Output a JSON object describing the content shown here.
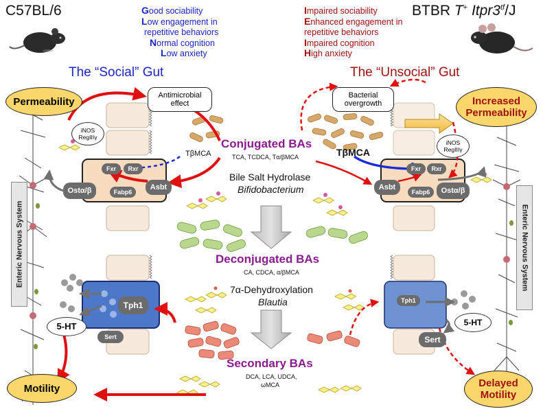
{
  "header": {
    "left_strain": "C57BL/6",
    "right_strain_prefix": "BTBR ",
    "right_strain_t": "T",
    "right_strain_sup": "+",
    "right_strain_gene": "Itpr3",
    "right_strain_gene_sup": "tf",
    "right_strain_suffix": "/J"
  },
  "left_traits": [
    {
      "initial": "G",
      "rest": "ood sociability"
    },
    {
      "initial": "L",
      "rest": "ow engagement in"
    },
    {
      "initial": "",
      "rest": "repetitive behaviors"
    },
    {
      "initial": "N",
      "rest": "ormal cognition"
    },
    {
      "initial": "L",
      "rest": "ow anxiety"
    }
  ],
  "right_traits": [
    {
      "initial": "I",
      "rest": "mpaired sociability"
    },
    {
      "initial": "E",
      "rest": "nhanced engagement in"
    },
    {
      "initial": "",
      "rest": "repetitive behaviors"
    },
    {
      "initial": "I",
      "rest": "mpaired cognition"
    },
    {
      "initial": "H",
      "rest": "igh anxiety"
    }
  ],
  "gut_titles": {
    "left": "The “Social” Gut",
    "right": "The “Unsocial” Gut"
  },
  "outcomes": {
    "permeability": "Permeability",
    "increased_permeability": "Increased Permeability",
    "motility": "Motility",
    "delayed_motility": "Delayed Motility"
  },
  "boxes": {
    "antimicrobial": "Antimicrobial effect",
    "bacterial_overgrowth": "Bacterial overgrowth",
    "inos": "iNOS",
    "reg": "RegIIIγ"
  },
  "proteins": {
    "fxr": "Fxr",
    "rxr": "Rxr",
    "asbt": "Asbt",
    "fabp6": "Fabp6",
    "ost": "Ostα/β",
    "tph1": "Tph1",
    "sert": "Sert",
    "ht": "5-HT"
  },
  "antagonist": {
    "left": "TβMCA",
    "right": "TβMCA"
  },
  "bile_acids": {
    "conjugated": "Conjugated BAs",
    "conjugated_list": "TCA, TCDCA, Tα/βMCA",
    "enzyme1": "Bile Salt Hydrolase",
    "genus1": "Bifidobacterium",
    "deconjugated": "Deconjugated BAs",
    "deconjugated_list": "CA, CDCA, α/βMCA",
    "enzyme2": "7α-Dehydroxylation",
    "genus2": "Blautia",
    "secondary": "Secondary BAs",
    "secondary_list_1": "DCA, LCA, UDCA,",
    "secondary_list_2": "ωMCA"
  },
  "nervous_system": {
    "left": "Enteric Nervous System",
    "right": "Enteric Nervous System"
  },
  "colors": {
    "blue": "#1a24c7",
    "red": "#a01010",
    "purple": "#8a1a8e",
    "arrow_red": "#e01010",
    "oval_fill": "#fbd66a",
    "cell_fill": "#f7dcc0",
    "blue_cell": "#4d78c9"
  }
}
